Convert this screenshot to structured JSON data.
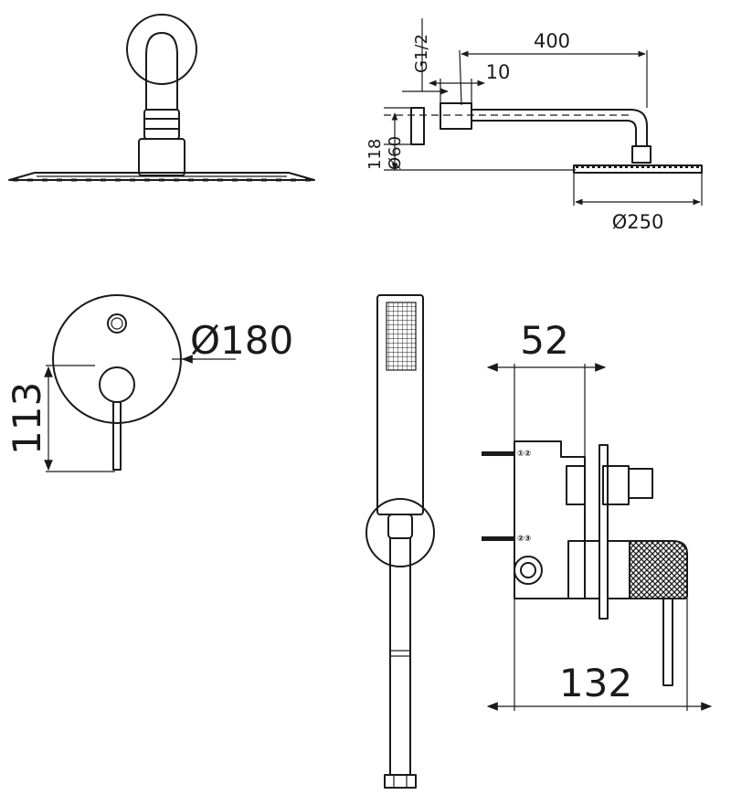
{
  "dimensions": {
    "shower_arm_length": "400",
    "wall_offset": "10",
    "thread": "G1/2",
    "outlet_height": "118",
    "arm_diameter": "Ø60",
    "head_diameter": "Ø250",
    "plate_diameter": "Ø180",
    "handle_height": "113",
    "body_depth": "52",
    "total_depth": "132"
  },
  "port_labels": {
    "upper_port": "①②",
    "lower_port": "②③"
  }
}
